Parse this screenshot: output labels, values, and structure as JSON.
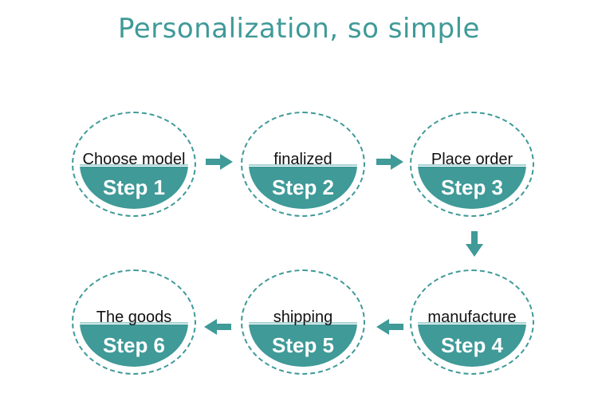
{
  "title": "Personalization, so simple",
  "steps": [
    {
      "label": "Step 1",
      "action": "Choose model"
    },
    {
      "label": "Step 2",
      "action": "finalized"
    },
    {
      "label": "Step 3",
      "action": "Place order"
    },
    {
      "label": "Step 4",
      "action": "manufacture"
    },
    {
      "label": "Step 5",
      "action": "shipping"
    },
    {
      "label": "Step 6",
      "action": "The goods"
    }
  ],
  "colors": {
    "accent": "#3f9a98",
    "line": "#a9d3d6"
  }
}
